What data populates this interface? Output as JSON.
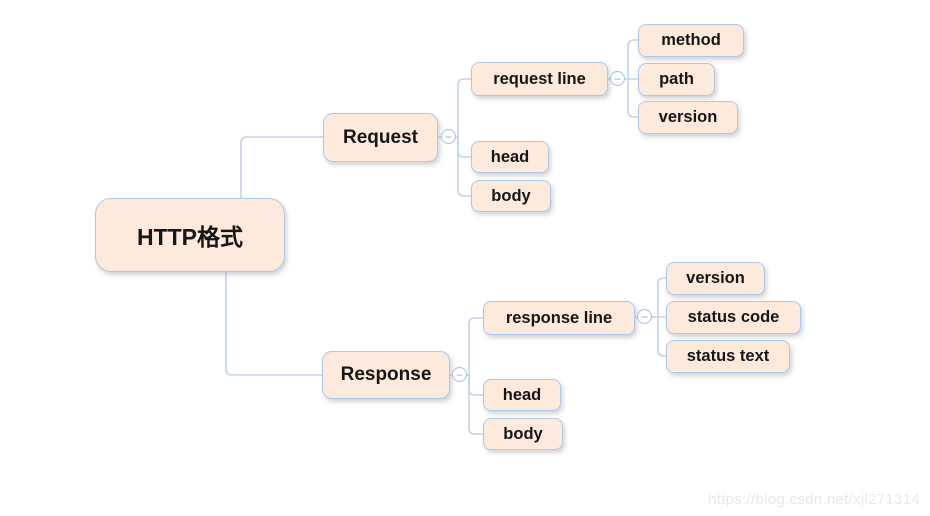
{
  "diagram": {
    "root": {
      "label": "HTTP格式"
    },
    "request": {
      "label": "Request",
      "children": {
        "request_line": {
          "label": "request line",
          "children": {
            "method": {
              "label": "method"
            },
            "path": {
              "label": "path"
            },
            "version": {
              "label": "version"
            }
          }
        },
        "head": {
          "label": "head"
        },
        "body": {
          "label": "body"
        }
      }
    },
    "response": {
      "label": "Response",
      "children": {
        "response_line": {
          "label": "response line",
          "children": {
            "version": {
              "label": "version"
            },
            "status_code": {
              "label": "status code"
            },
            "status_text": {
              "label": "status text"
            }
          }
        },
        "head": {
          "label": "head"
        },
        "body": {
          "label": "body"
        }
      }
    }
  },
  "icons": {
    "collapse_glyph": "−"
  },
  "watermark": {
    "text": "https://blog.csdn.net/xjl271314"
  },
  "colors": {
    "node_fill": "#fdeadc",
    "node_border": "#aec9e8",
    "connector": "#c3d4ea",
    "text": "#161616",
    "collapse_border": "#a2bfe0",
    "watermark": "#e8e8e8",
    "background": "#ffffff"
  }
}
